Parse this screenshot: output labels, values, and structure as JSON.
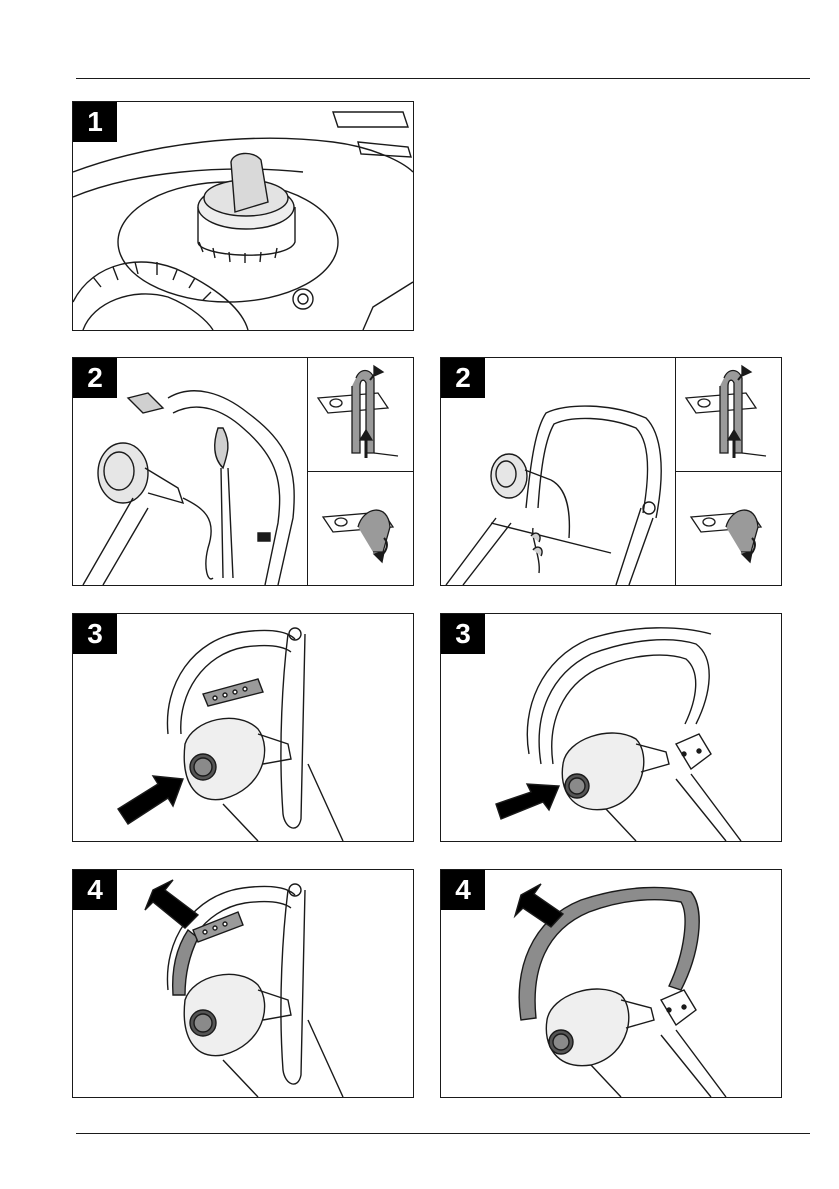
{
  "steps": {
    "p1": "1",
    "p2a": "2",
    "p2b": "2",
    "p3a": "3",
    "p3b": "3",
    "p4a": "4",
    "p4b": "4"
  },
  "colors": {
    "line": "#1a1a1a",
    "shade": "#8c8c8c",
    "badge": "#000000"
  },
  "icons": [
    "push-arrow-icon",
    "pull-arrow-icon",
    "rotate-arrow-icon"
  ]
}
